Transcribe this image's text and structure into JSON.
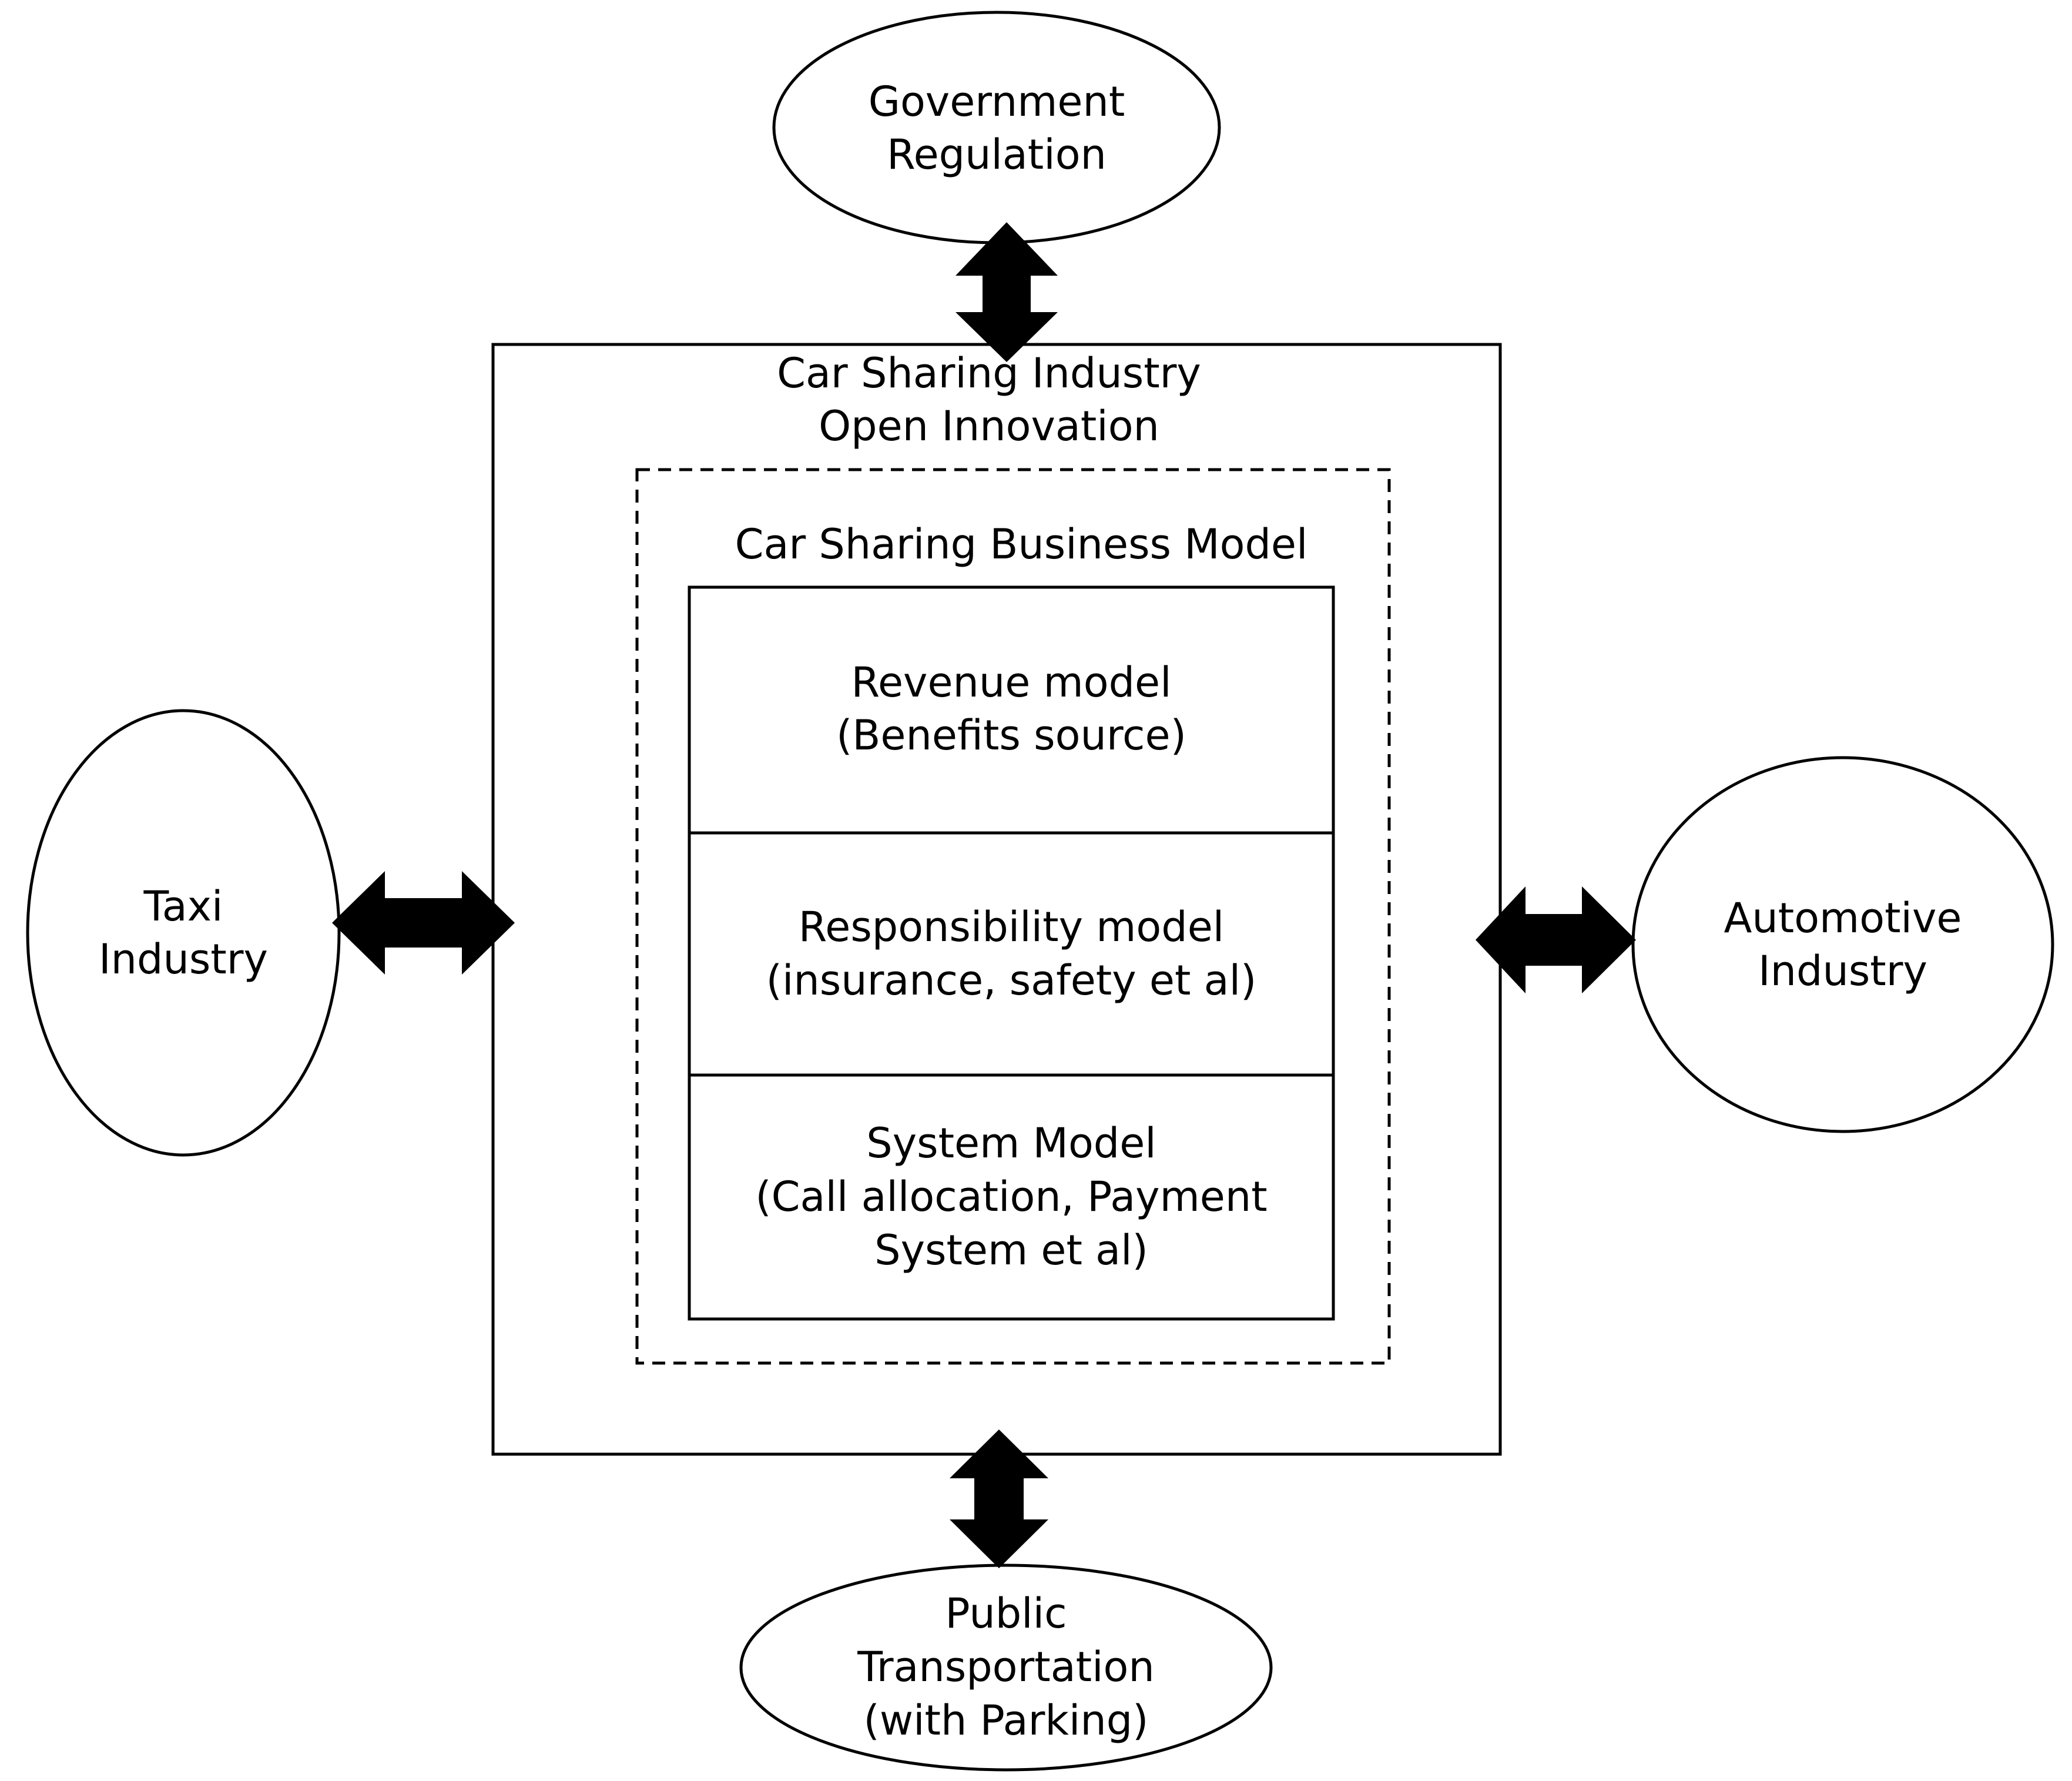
{
  "government": {
    "line1": "Government",
    "line2": "Regulation"
  },
  "industry": {
    "line1": "Car Sharing Industry",
    "line2": "Open Innovation"
  },
  "business_model": {
    "title": "Car Sharing Business Model",
    "revenue": {
      "line1": "Revenue  model",
      "line2": "(Benefits source)"
    },
    "responsibility": {
      "line1": "Responsibility  model",
      "line2": "(insurance,  safety et al)"
    },
    "system": {
      "line1": "System Model",
      "line2": "(Call allocation, Payment",
      "line3": "System et al)"
    }
  },
  "taxi": {
    "line1": "Taxi",
    "line2": "Industry"
  },
  "automotive": {
    "line1": "Automotive",
    "line2": "Industry"
  },
  "public": {
    "line1": "Public",
    "line2": "Transportation",
    "line3": "(with Parking)"
  },
  "colors": {
    "stroke": "#000000",
    "fill": "#ffffff",
    "arrow": "#000000"
  }
}
